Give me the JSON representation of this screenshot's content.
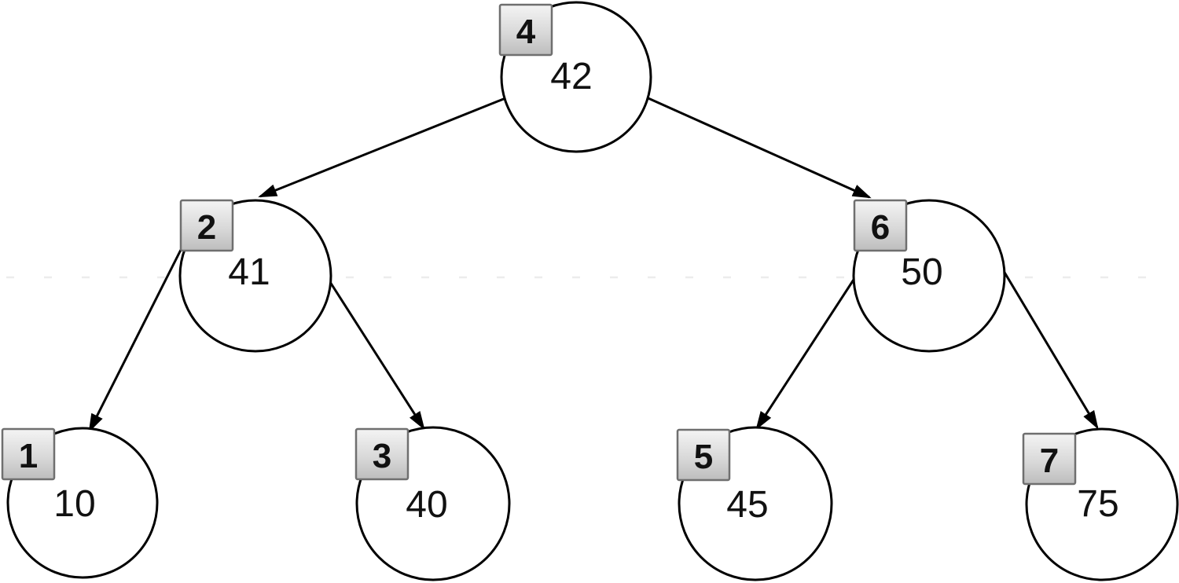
{
  "tree": {
    "type": "binary-tree-diagram",
    "nodes": [
      {
        "badge": "4",
        "value": "42"
      },
      {
        "badge": "2",
        "value": "41"
      },
      {
        "badge": "6",
        "value": "50"
      },
      {
        "badge": "1",
        "value": "10"
      },
      {
        "badge": "3",
        "value": "40"
      },
      {
        "badge": "5",
        "value": "45"
      },
      {
        "badge": "7",
        "value": "75"
      }
    ],
    "edges": [
      {
        "from": "4",
        "to": "2"
      },
      {
        "from": "4",
        "to": "6"
      },
      {
        "from": "2",
        "to": "1"
      },
      {
        "from": "2",
        "to": "3"
      },
      {
        "from": "6",
        "to": "5"
      },
      {
        "from": "6",
        "to": "7"
      }
    ],
    "colors": {
      "background": "#ffffff",
      "node_fill": "#ffffff",
      "outline": "#000000",
      "edge": "#000000",
      "badge_top": "#f2f2f2",
      "badge_bottom": "#bdbdbd",
      "badge_border": "#6f6f6f",
      "guide_line": "#ececec"
    }
  }
}
